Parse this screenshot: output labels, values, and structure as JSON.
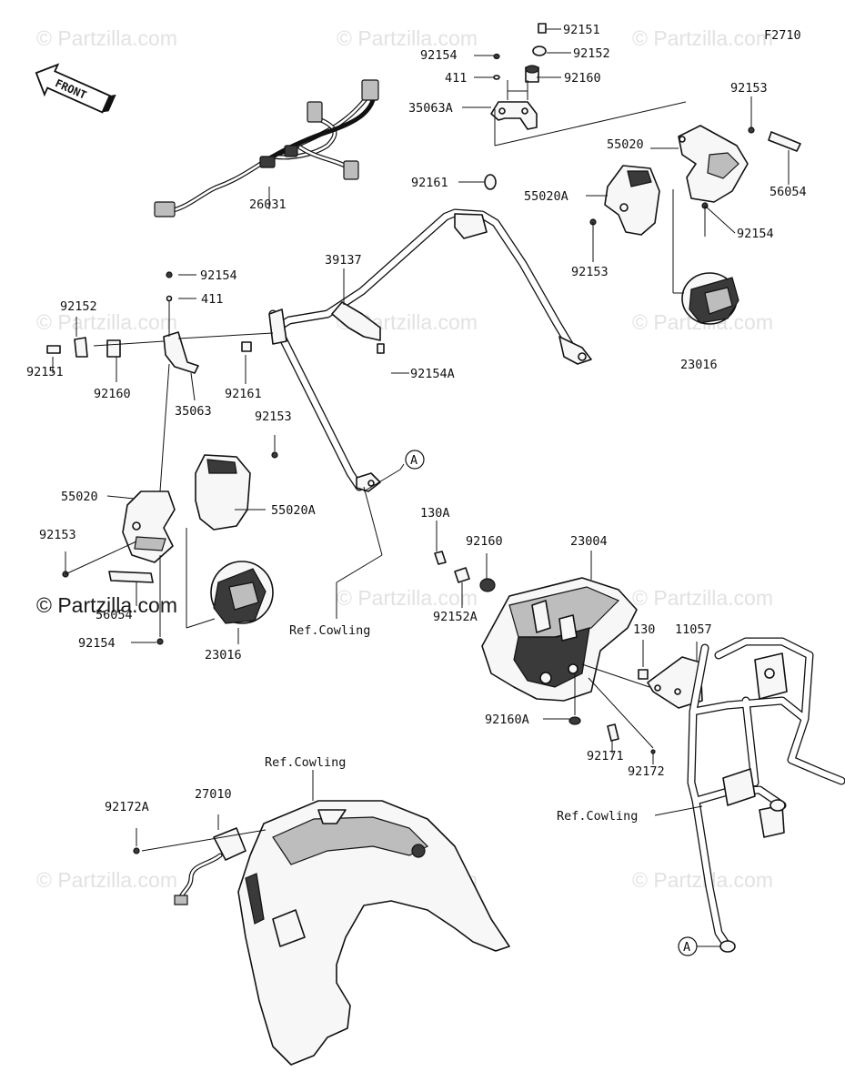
{
  "figure_code": "F2710",
  "front_arrow_text": "FRONT",
  "watermarks": [
    "© Partzilla.com"
  ],
  "brand_watermark": "© Partzilla.com",
  "ref_label": "Ref.Cowling",
  "callout_letter": "A",
  "part_labels": [
    {
      "text": "92151"
    },
    {
      "text": "92152"
    },
    {
      "text": "92154"
    },
    {
      "text": "92160"
    },
    {
      "text": "411"
    },
    {
      "text": "35063A"
    },
    {
      "text": "92153"
    },
    {
      "text": "55020"
    },
    {
      "text": "56054"
    },
    {
      "text": "92161"
    },
    {
      "text": "55020A"
    },
    {
      "text": "92154"
    },
    {
      "text": "92153"
    },
    {
      "text": "23016"
    },
    {
      "text": "26031"
    },
    {
      "text": "39137"
    },
    {
      "text": "92154"
    },
    {
      "text": "411"
    },
    {
      "text": "92152"
    },
    {
      "text": "92151"
    },
    {
      "text": "92160"
    },
    {
      "text": "35063"
    },
    {
      "text": "92161"
    },
    {
      "text": "92154A"
    },
    {
      "text": "92153"
    },
    {
      "text": "55020"
    },
    {
      "text": "55020A"
    },
    {
      "text": "92153"
    },
    {
      "text": "56054"
    },
    {
      "text": "92154"
    },
    {
      "text": "23016"
    },
    {
      "text": "130A"
    },
    {
      "text": "92160"
    },
    {
      "text": "23004"
    },
    {
      "text": "92152A"
    },
    {
      "text": "130"
    },
    {
      "text": "11057"
    },
    {
      "text": "92160A"
    },
    {
      "text": "92171"
    },
    {
      "text": "92172"
    },
    {
      "text": "92172A"
    },
    {
      "text": "27010"
    }
  ]
}
